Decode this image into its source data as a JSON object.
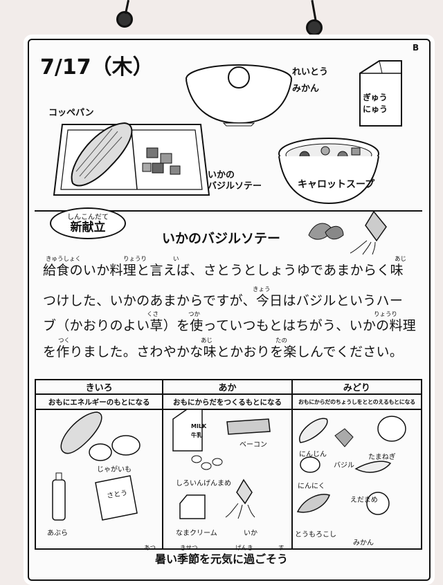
{
  "date": "7/17（木）",
  "page_mark": "B",
  "menu_items": {
    "bread": "コッペパン",
    "mikan_line1": "れいとう",
    "mikan_line2": "みかん",
    "milk_line1": "ぎゅう",
    "milk_line2": "にゅう",
    "ika_line1": "いかの",
    "ika_line2": "バジルソテー",
    "soup": "キャロットスープ"
  },
  "new_menu_badge": {
    "ruby": "しんこんだて",
    "label": "新献立"
  },
  "dish_title": "いかのバジルソテー",
  "body_lines": [
    "給食のいか料理と言えば、さとうとしょうゆであまからく味",
    "つけした、いかのあまからですが、今日はバジルというハー",
    "ブ（かおりのよい草）を使っていつもとはちがう、いかの料理",
    "を作りました。さわやかな味とかおりを楽しんでください。"
  ],
  "furigana": {
    "kyuushoku": "きゅうしょく",
    "ryouri": "りょうり",
    "i": "い",
    "aji": "あじ",
    "kyou": "きょう",
    "kusa": "くさ",
    "tsuka": "つか",
    "ryouri2": "りょうり",
    "tsuku": "つく",
    "aji2": "あじ",
    "tano": "たの",
    "footer_atsu": "あつ",
    "footer_kisetsu": "きせつ",
    "footer_genki": "げんき",
    "footer_su": "す"
  },
  "groups": [
    {
      "name": "きいろ",
      "subtitle": "おもにエネルギーのもとになる",
      "foods": [
        "じゃがいも",
        "あぶら",
        "さとう"
      ]
    },
    {
      "name": "あか",
      "subtitle": "おもにからだをつくるもとになる",
      "foods": [
        "ベーコン",
        "しろいんげんまめ",
        "なまクリーム",
        "いか"
      ],
      "carton_text": "MILK",
      "carton_text2": "牛乳"
    },
    {
      "name": "みどり",
      "subtitle": "おもにからだのちょうしをととのえるもとになる",
      "foods": [
        "にんじん",
        "バジル",
        "たまねぎ",
        "にんにく",
        "えだまめ",
        "とうもろこし",
        "みかん"
      ]
    }
  ],
  "footer": "暑い季節を元気に過ごそう"
}
